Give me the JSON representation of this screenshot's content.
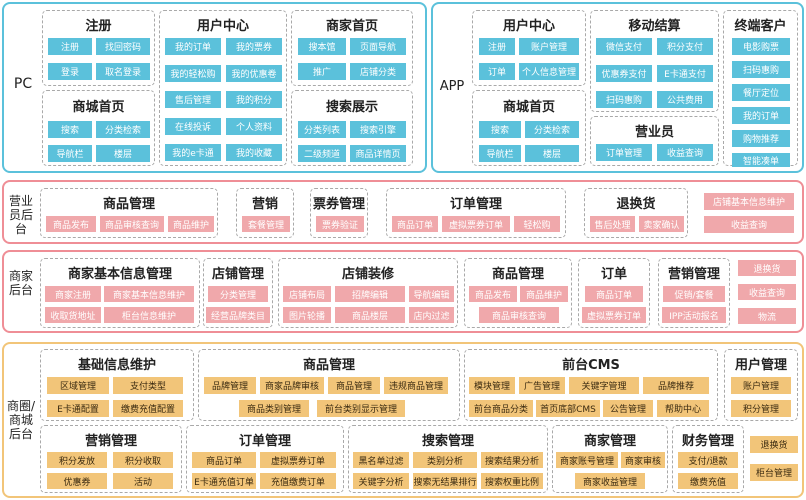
{
  "pc": {
    "label": "PC",
    "register": {
      "title": "注册",
      "items": [
        "注册",
        "找回密码",
        "登录",
        "取名登录"
      ]
    },
    "user_center": {
      "title": "用户中心",
      "items": [
        "我的订单",
        "我的票券",
        "我的轻松购",
        "我的优惠卷",
        "售后管理",
        "我的积分",
        "在线投诉",
        "个人资料",
        "我的e卡通",
        "我的收藏"
      ]
    },
    "merchant_home": {
      "title": "商家首页",
      "items": [
        "搜本馆",
        "页面导航",
        "推广",
        "店铺分类"
      ]
    },
    "mall_home": {
      "title": "商城首页",
      "items": [
        "搜索",
        "分类检索",
        "导航栏",
        "楼层"
      ]
    },
    "search_display": {
      "title": "搜索展示",
      "items": [
        "分类列表",
        "搜索引擎",
        "二级频道",
        "商品详情页"
      ]
    }
  },
  "app": {
    "label": "APP",
    "user_center": {
      "title": "用户中心",
      "items": [
        "注册",
        "账户管理",
        "订单",
        "个人信息管理"
      ]
    },
    "mall_home": {
      "title": "商城首页",
      "items": [
        "搜索",
        "分类检索",
        "导航栏",
        "楼层"
      ]
    },
    "mobile_payment": {
      "title": "移动结算",
      "items": [
        "微信支付",
        "积分支付",
        "优惠券支付",
        "E卡通支付",
        "扫码惠购",
        "公共费用"
      ]
    },
    "clerk": {
      "title": "营业员",
      "items": [
        "订单管理",
        "收益查询"
      ]
    },
    "terminal": {
      "title": "终端客户",
      "items": [
        "电影购票",
        "扫码惠购",
        "餐厅定位",
        "我的订单",
        "购物推荐",
        "智能凑单"
      ]
    }
  },
  "clerk_backend": {
    "label": "营业员后台",
    "product_mgmt": {
      "title": "商品管理",
      "items": [
        "商品发布",
        "商品审核查询",
        "商品维护"
      ]
    },
    "marketing": {
      "title": "营销",
      "items": [
        "套餐管理"
      ]
    },
    "ticket_mgmt": {
      "title": "票券管理",
      "items": [
        "票券验证"
      ]
    },
    "order_mgmt": {
      "title": "订单管理",
      "items": [
        "商品订单",
        "虚拟票券订单",
        "轻松购"
      ]
    },
    "return_exchange": {
      "title": "退换货",
      "items": [
        "售后处理",
        "卖家确认"
      ]
    },
    "extra": [
      "店铺基本信息维护",
      "收益查询"
    ]
  },
  "merchant_backend": {
    "label": "商家后台",
    "basic_info": {
      "title": "商家基本信息管理",
      "items": [
        "商家注册",
        "商家基本信息维护",
        "收取货地址",
        "柜台信息维护"
      ]
    },
    "shop_mgmt": {
      "title": "店铺管理",
      "items": [
        "分类管理",
        "经营品牌类目"
      ]
    },
    "shop_decor": {
      "title": "店铺装修",
      "items": [
        "店铺布局",
        "招牌编辑",
        "导航编辑",
        "图片轮播",
        "商品楼层",
        "店内过滤"
      ]
    },
    "product_mgmt": {
      "title": "商品管理",
      "items": [
        "商品发布",
        "商品维护",
        "商品审核查询"
      ]
    },
    "order": {
      "title": "订单",
      "items": [
        "商品订单",
        "虚拟票券订单"
      ]
    },
    "marketing_mgmt": {
      "title": "营销管理",
      "items": [
        "促销/套餐",
        "IPP活动报名"
      ]
    },
    "extra": [
      "退换货",
      "收益查询",
      "物流"
    ]
  },
  "mall_backend": {
    "label": "商圈/商城后台",
    "basic_info": {
      "title": "基础信息维护",
      "items": [
        "区域管理",
        "支付类型",
        "E卡通配置",
        "缴费充值配置"
      ]
    },
    "product_mgmt": {
      "title": "商品管理",
      "items": [
        "品牌管理",
        "商家品牌审核",
        "商品管理",
        "违规商品管理",
        "商品类别管理",
        "前台类别显示管理"
      ]
    },
    "cms": {
      "title": "前台CMS",
      "items": [
        "模块管理",
        "广告管理",
        "关键字管理",
        "品牌推荐",
        "前台商品分类",
        "首页底部CMS",
        "公告管理",
        "帮助中心"
      ]
    },
    "user_mgmt": {
      "title": "用户管理",
      "items": [
        "账户管理",
        "积分管理"
      ]
    },
    "marketing_mgmt": {
      "title": "营销管理",
      "items": [
        "积分发放",
        "积分收取",
        "优惠券",
        "活动"
      ]
    },
    "order_mgmt": {
      "title": "订单管理",
      "items": [
        "商品订单",
        "虚拟票券订单",
        "E卡通充值订单",
        "充值缴费订单"
      ]
    },
    "search_mgmt": {
      "title": "搜索管理",
      "items": [
        "黑名单过滤",
        "类别分析",
        "搜索结果分析",
        "关键字分析",
        "搜索无结果排行",
        "搜索权重比例"
      ]
    },
    "merchant_mgmt": {
      "title": "商家管理",
      "items": [
        "商家账号管理",
        "商家审核",
        "商家收益管理"
      ]
    },
    "finance_mgmt": {
      "title": "财务管理",
      "items": [
        "支付/退款",
        "缴费充值"
      ]
    },
    "extra": [
      "退换货",
      "柜台管理"
    ]
  },
  "colors": {
    "blue_chip": "#5bc1db",
    "pink_chip": "#f0a8ab",
    "yellow_chip": "#f2c579",
    "blue_border": "#5bc1db",
    "pink_border": "#ef8e96",
    "yellow_border": "#f2c579"
  }
}
